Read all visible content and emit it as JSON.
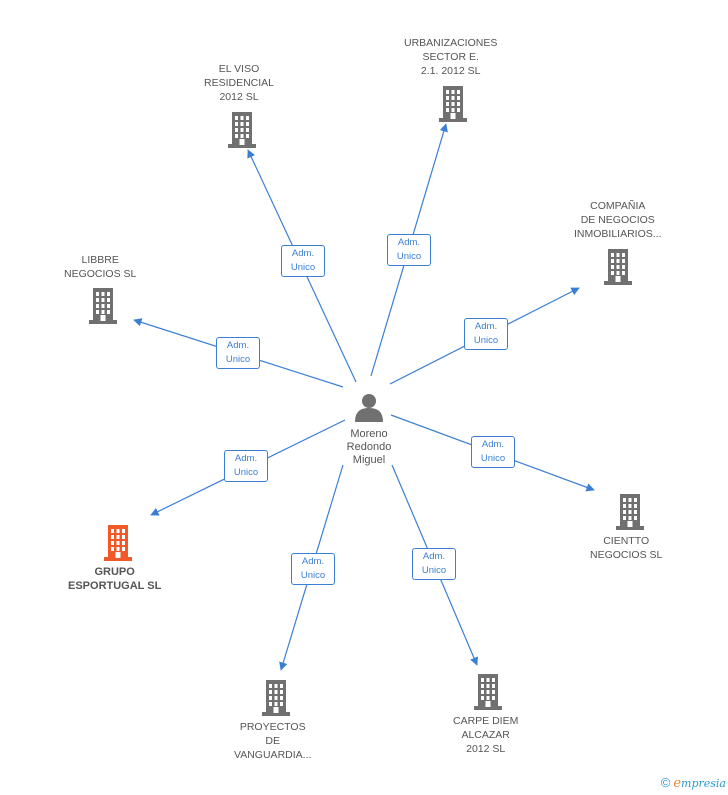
{
  "colors": {
    "edge": "#3a7fd5",
    "building": "#707070",
    "building_highlight": "#f05a28",
    "text": "#555555"
  },
  "center": {
    "icon": "person-icon",
    "name_lines": [
      "Moreno",
      "Redondo",
      "Miguel"
    ]
  },
  "relation": {
    "line1": "Adm.",
    "line2": "Unico"
  },
  "nodes": [
    {
      "id": "el-viso",
      "lines": [
        "EL VISO",
        "RESIDENCIAL",
        "2012 SL"
      ],
      "icon": "building-icon",
      "highlight": false
    },
    {
      "id": "urbanizaciones",
      "lines": [
        "URBANIZACIONES",
        "SECTOR E.",
        "2.1. 2012 SL"
      ],
      "icon": "building-icon",
      "highlight": false
    },
    {
      "id": "compania",
      "lines": [
        "COMPAÑIA",
        "DE NEGOCIOS",
        "INMOBILIARIOS..."
      ],
      "icon": "building-icon",
      "highlight": false
    },
    {
      "id": "libbre",
      "lines": [
        "LIBBRE",
        "NEGOCIOS SL"
      ],
      "icon": "building-icon",
      "highlight": false
    },
    {
      "id": "grupo",
      "lines": [
        "GRUPO",
        "ESPORTUGAL SL"
      ],
      "icon": "building-icon",
      "highlight": true
    },
    {
      "id": "ciento",
      "lines": [
        "CIENTTO",
        "NEGOCIOS SL"
      ],
      "icon": "building-icon",
      "highlight": false
    },
    {
      "id": "proyectos",
      "lines": [
        "PROYECTOS",
        "DE",
        "VANGUARDIA..."
      ],
      "icon": "building-icon",
      "highlight": false
    },
    {
      "id": "carpe",
      "lines": [
        "CARPE DIEM",
        "ALCAZAR",
        "2012 SL"
      ],
      "icon": "building-icon",
      "highlight": false
    }
  ],
  "footer": {
    "copyright_symbol": "©",
    "brand_first": "e",
    "brand_rest": "mpresia"
  }
}
